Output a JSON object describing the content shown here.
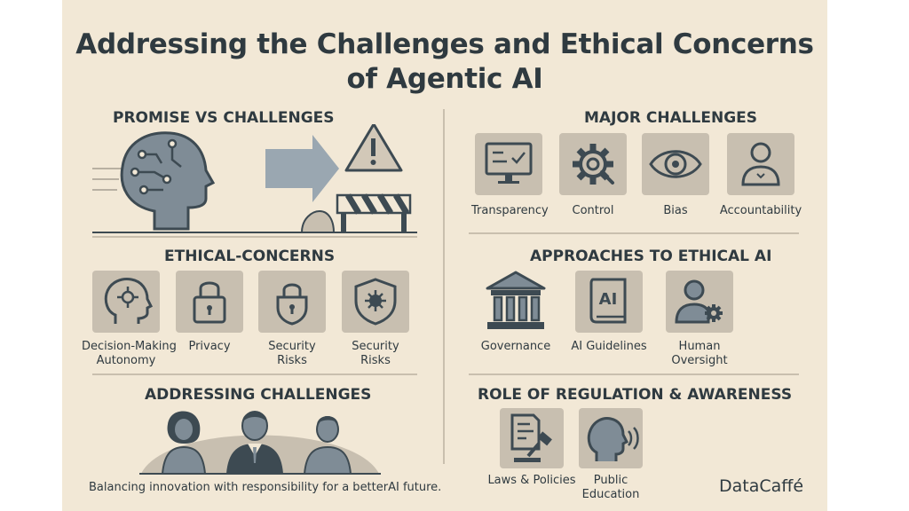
{
  "title": {
    "line1": "Addressing the Challenges and Ethical Concerns",
    "line2": "of Agentic AI"
  },
  "sections": {
    "promise": "PROMISE VS CHALLENGES",
    "major": "MAJOR CHALLENGES",
    "ethical": "ETHICAL-CONCERNS",
    "approaches": "APPROACHES TO ETHICAL AI",
    "addressing": "ADDRESSING CHALLENGES",
    "regulation": "ROLE OF REGULATION & AWARENESS"
  },
  "major_challenges": [
    {
      "label": "Transparency",
      "icon": "monitor-check-icon"
    },
    {
      "label": "Control",
      "icon": "gear-icon"
    },
    {
      "label": "Bias",
      "icon": "eye-icon"
    },
    {
      "label": "Accountability",
      "icon": "person-icon"
    }
  ],
  "ethical_concerns": [
    {
      "line1": "Decision-Making",
      "line2": "Autonomy",
      "icon": "head-brain-icon"
    },
    {
      "line1": "Privacy",
      "line2": "",
      "icon": "padlock-icon"
    },
    {
      "line1": "Security",
      "line2": "Risks",
      "icon": "padlock-shield-icon"
    },
    {
      "line1": "Security",
      "line2": "Risks",
      "icon": "shield-virus-icon"
    }
  ],
  "approaches": [
    {
      "line1": "Governance",
      "line2": "",
      "icon": "building-icon"
    },
    {
      "line1": "AI Guidelines",
      "line2": "",
      "icon": "ai-book-icon"
    },
    {
      "line1": "Human",
      "line2": "Oversight",
      "icon": "person-gear-icon"
    }
  ],
  "regulation": [
    {
      "line1": "Laws & Policies",
      "line2": "",
      "icon": "gavel-document-icon"
    },
    {
      "line1": "Public",
      "line2": "Education",
      "icon": "speaking-head-icon"
    }
  ],
  "ai_tile_text": "AI",
  "tagline": "Balancing innovation with responsibility for a betterAI future.",
  "brand": "DataCaffé",
  "colors": {
    "background": "#f2e8d6",
    "tile": "#c8bfb0",
    "icon": "#3d4a52",
    "head": "#7f8c96",
    "arrow": "#9aa7b1"
  }
}
